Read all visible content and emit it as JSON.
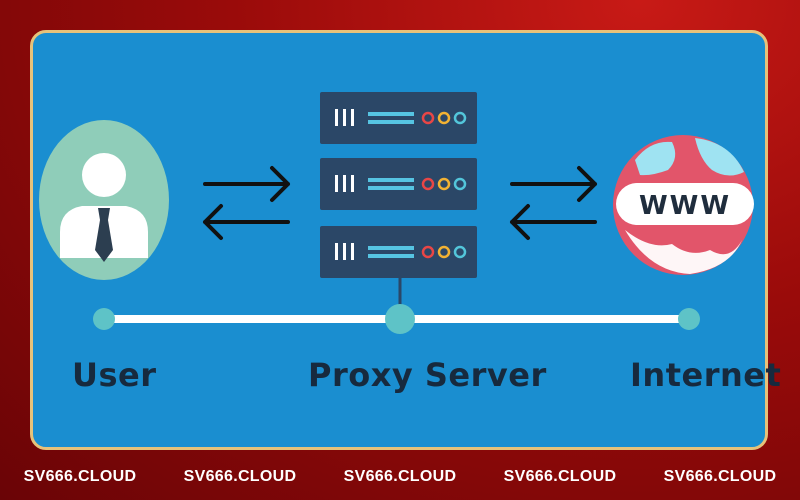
{
  "nodes": {
    "user": {
      "label": "User"
    },
    "proxy": {
      "label": "Proxy Server"
    },
    "internet": {
      "label": "Internet",
      "globe_text": "WWW"
    }
  },
  "watermarks": [
    "SV666.CLOUD",
    "SV666.CLOUD",
    "SV666.CLOUD",
    "SV666.CLOUD",
    "SV666.CLOUD"
  ],
  "colors": {
    "panel": "#1a8ed0",
    "frame": "#e7c27a",
    "server": "#2b4767",
    "node": "#5ec3c7",
    "globe": "#e2556a",
    "text": "#172a3e"
  }
}
